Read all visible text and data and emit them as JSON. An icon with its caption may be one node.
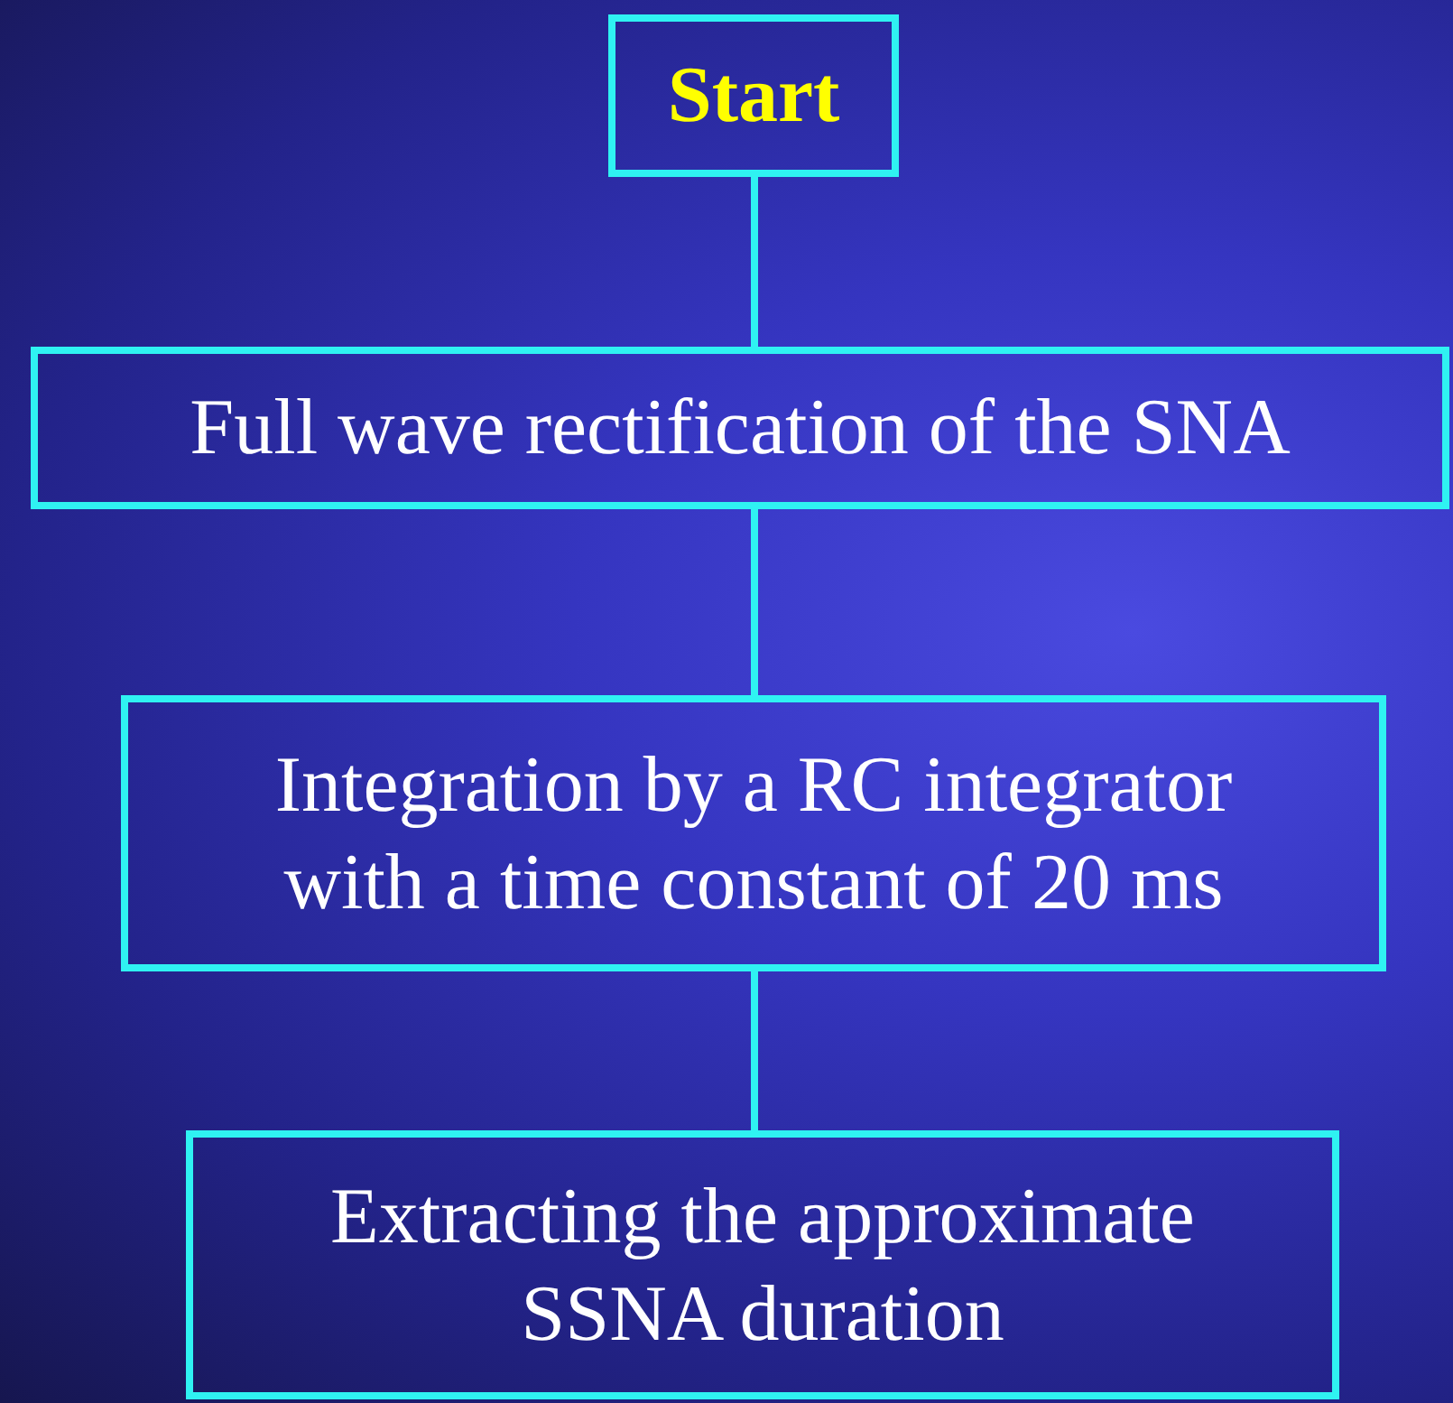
{
  "diagram": {
    "nodes": [
      {
        "text": [
          "Start"
        ]
      },
      {
        "text": [
          "Full wave rectification of the SNA"
        ]
      },
      {
        "text": [
          "Integration by a RC integrator with a time constant of 20 ms"
        ]
      },
      {
        "text": [
          "Extracting the approximate SSNA duration"
        ]
      }
    ],
    "edges": [
      {
        "from": 0,
        "to": 1,
        "arrow": "none"
      },
      {
        "from": 1,
        "to": 2,
        "arrow": "none"
      },
      {
        "from": 2,
        "to": 3,
        "arrow": "none"
      }
    ]
  }
}
